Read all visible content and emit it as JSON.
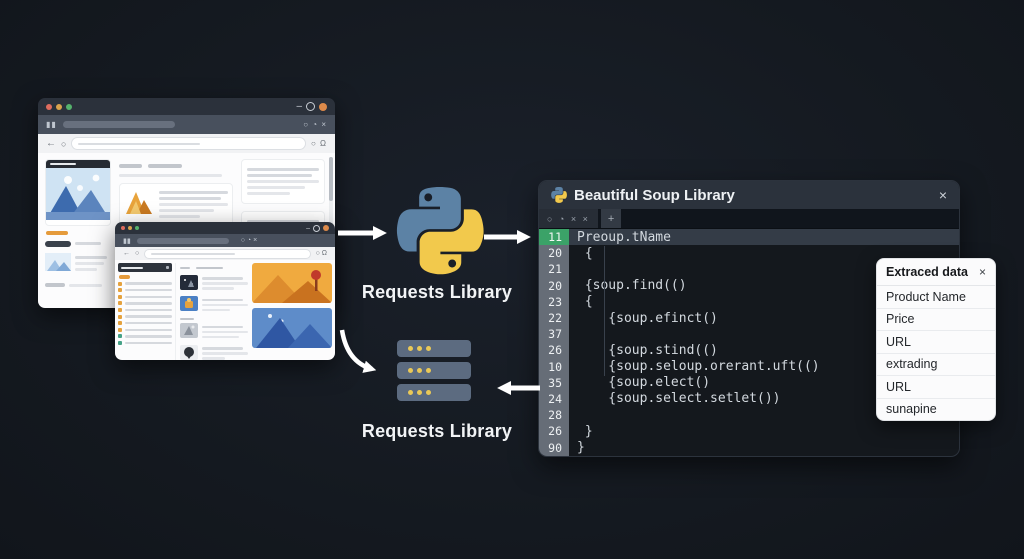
{
  "colors": {
    "background": "#151a21",
    "accent_orange": "#e59b3c",
    "python_blue": "#5c82a5",
    "python_yellow": "#f2c94c",
    "highlight_green": "#3ba268",
    "arrow": "#ffffff",
    "server_fill": "#5c6b80"
  },
  "chrome": {
    "minimize_glyph": "–",
    "close_glyph": "×",
    "back_glyph": "←",
    "reload_glyph": "○",
    "toolbar_icons": "○ ◔ ×",
    "address_right_icons": "○ Ω"
  },
  "python_block": {
    "label": "Requests Library"
  },
  "server_block": {
    "label": "Requests Library"
  },
  "editor": {
    "title": "Beautiful Soup Library",
    "close_label": "×",
    "tab_icons": "○ ◔ × ×",
    "new_tab_label": "+",
    "code_lines": [
      {
        "n": "11",
        "t": "Preoup.tName",
        "class": "hl"
      },
      {
        "n": "20",
        "t": " {"
      },
      {
        "n": "21",
        "t": ""
      },
      {
        "n": "20",
        "t": " {soup.find(()"
      },
      {
        "n": "23",
        "t": " {"
      },
      {
        "n": "22",
        "t": "    {soup.efinct()"
      },
      {
        "n": "37",
        "t": ""
      },
      {
        "n": "26",
        "t": "    {soup.stind(()"
      },
      {
        "n": "10",
        "t": "    {soup.seloup.orerant.uft(()"
      },
      {
        "n": "35",
        "t": "    {soup.elect()"
      },
      {
        "n": "24",
        "t": "    {soup.select.setlet())"
      },
      {
        "n": "28",
        "t": ""
      },
      {
        "n": "26",
        "t": " }"
      },
      {
        "n": "90",
        "t": "}"
      }
    ]
  },
  "extracted_panel": {
    "title": "Extraced data",
    "close_label": "×",
    "rows": [
      "Product Name",
      "Price",
      "URL",
      "extrading",
      "URL",
      "sunapine"
    ]
  }
}
